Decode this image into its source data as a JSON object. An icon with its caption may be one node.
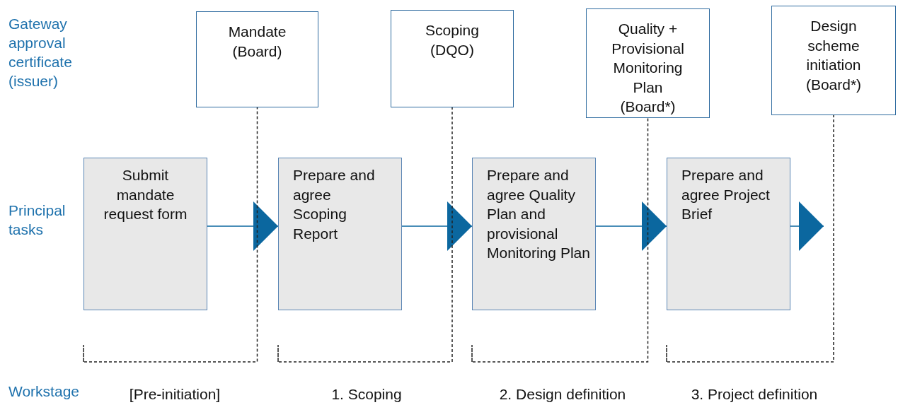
{
  "diagram": {
    "nodes": [
      {
        "text": [
          "Mandate (Board)"
        ]
      },
      {
        "text": [
          "Scoping (DQO)"
        ]
      },
      {
        "text": [
          "Quality + Provisional Monitoring Plan (Board*)"
        ]
      },
      {
        "text": [
          "Design scheme initiation (Board*)"
        ]
      },
      {
        "text": [
          "Submit mandate request form"
        ]
      },
      {
        "text": [
          "Prepare and agree Scoping Report"
        ]
      },
      {
        "text": [
          "Prepare and agree Quality Plan and provisional Monitoring Plan"
        ]
      },
      {
        "text": [
          "Prepare and agree Project Brief"
        ]
      },
      {
        "text": [
          "[Pre-initiation]"
        ]
      },
      {
        "text": [
          "1. Scoping"
        ]
      },
      {
        "text": [
          "2. Design definition"
        ]
      },
      {
        "text": [
          "3. Project definition"
        ]
      }
    ],
    "edges": [
      {
        "from": 4,
        "to": 5,
        "arrow": "to"
      },
      {
        "from": 5,
        "to": 6,
        "arrow": "to"
      },
      {
        "from": 6,
        "to": 7,
        "arrow": "to"
      },
      {
        "from": 7,
        "to": null,
        "arrow": "to"
      },
      {
        "from": 8,
        "to": 0,
        "arrow": "none",
        "style": "dashed",
        "color": "#222222"
      },
      {
        "from": 9,
        "to": 1,
        "arrow": "none",
        "style": "dashed",
        "color": "#222222"
      },
      {
        "from": 10,
        "to": 2,
        "arrow": "none",
        "style": "dashed",
        "color": "#222222"
      },
      {
        "from": 11,
        "to": 3,
        "arrow": "none",
        "style": "dashed",
        "color": "#222222"
      }
    ],
    "labels": [
      "Gateway approval certificate (issuer)",
      "Principal tasks",
      "Workstage"
    ]
  }
}
